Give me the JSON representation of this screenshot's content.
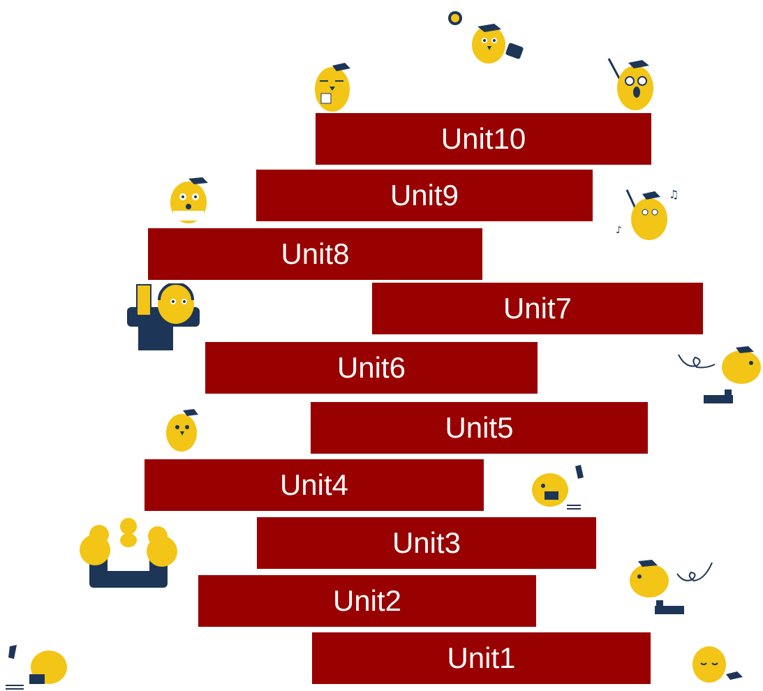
{
  "units": [
    {
      "id": "u10",
      "label": "Unit10"
    },
    {
      "id": "u9",
      "label": "Unit9"
    },
    {
      "id": "u8",
      "label": "Unit8"
    },
    {
      "id": "u7",
      "label": "Unit7"
    },
    {
      "id": "u6",
      "label": "Unit6"
    },
    {
      "id": "u5",
      "label": "Unit5"
    },
    {
      "id": "u4",
      "label": "Unit4"
    },
    {
      "id": "u3",
      "label": "Unit3"
    },
    {
      "id": "u2",
      "label": "Unit2"
    },
    {
      "id": "u1",
      "label": "Unit1"
    }
  ],
  "colors": {
    "unit_bar": "#990000",
    "unit_text": "#ffffff",
    "chick_body": "#f2c517",
    "chick_dark": "#1d3557"
  }
}
